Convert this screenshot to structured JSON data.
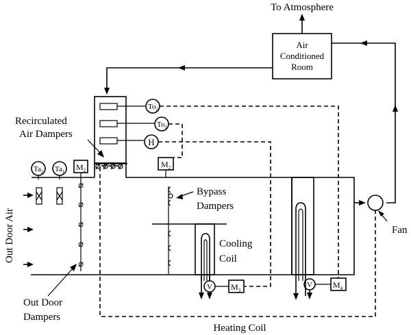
{
  "labels": {
    "to_atmosphere": "To Atmosphere",
    "room_line1": "Air",
    "room_line2": "Conditioned",
    "room_line3": "Room",
    "recirc_line1": "Recirculated",
    "recirc_line2": "Air Dampers",
    "bypass_line1": "Bypass",
    "bypass_line2": "Dampers",
    "cooling_line1": "Cooling",
    "cooling_line2": "Coil",
    "fan": "Fan",
    "out_door_air": "Out Door Air",
    "od_dampers_line1": "Out Door",
    "od_dampers_line2": "Dampers",
    "heating_coil": "Heating Coil"
  },
  "instruments": {
    "to2": "To",
    "to2_sub": "2",
    "to1": "To",
    "to1_sub": "1",
    "h": "H",
    "ta2": "Ta",
    "ta2_sub": "2",
    "ta1": "Ta",
    "ta1_sub": "1",
    "m2_left": "M",
    "m2_left_sub": "2",
    "m2_mid": "M",
    "m2_mid_sub": "2",
    "m3": "M",
    "m3_sub": "3",
    "m4": "M",
    "m4_sub": "4",
    "v_cool": "V",
    "v_heat": "V"
  }
}
